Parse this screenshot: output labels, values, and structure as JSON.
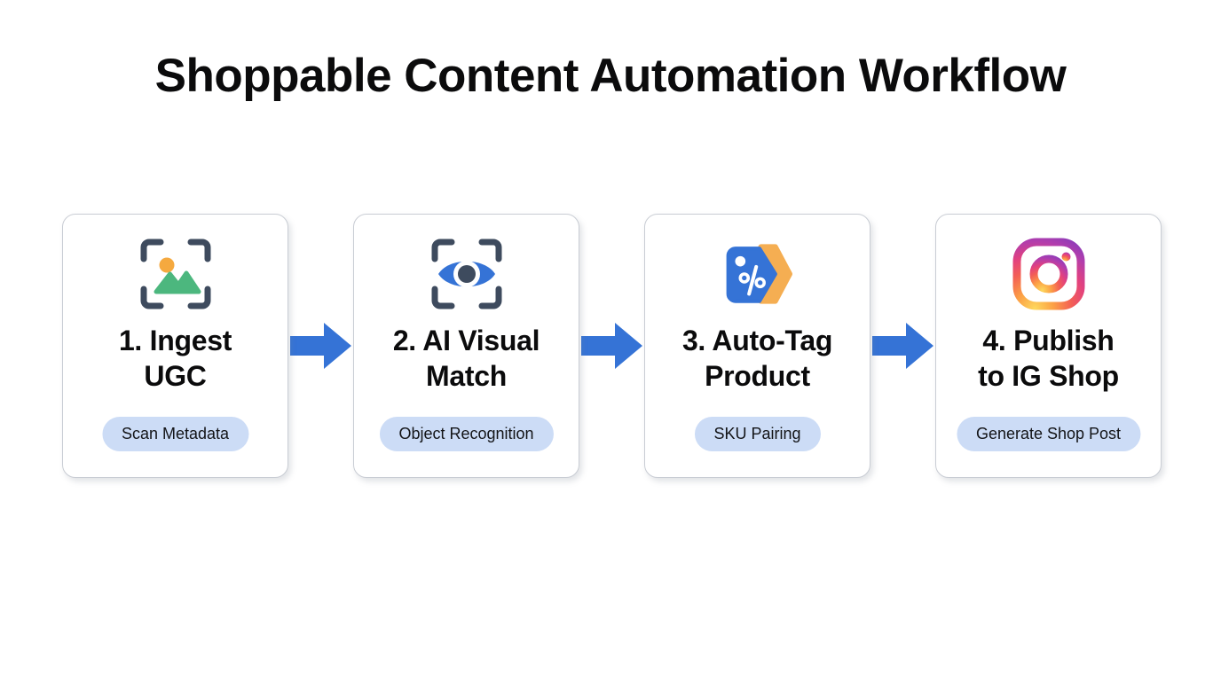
{
  "page": {
    "title": "Shoppable Content Automation Workflow",
    "background_color": "#ffffff",
    "title_color": "#0b0b0c"
  },
  "theme": {
    "accent_blue": "#3573d6",
    "pill_background": "#ccdcf6",
    "pill_text": "#131417",
    "card_border": "#c9cdd4",
    "card_background": "#ffffff",
    "icon_slate": "#3e4b5e",
    "icon_orange": "#f5a93f",
    "icon_green": "#4cb77e",
    "icon_blue": "#3573d6"
  },
  "flow": {
    "steps": [
      {
        "id": "step-1",
        "icon": "image-scan-icon",
        "title": "1. Ingest UGC",
        "title_line_1": "1. Ingest",
        "title_line_2": "UGC",
        "pill": "Scan Metadata"
      },
      {
        "id": "step-2",
        "icon": "eye-scan-icon",
        "title": "2. AI Visual Match",
        "title_line_1": "2. AI Visual",
        "title_line_2": "Match",
        "pill": "Object Recognition"
      },
      {
        "id": "step-3",
        "icon": "price-tag-percent-icon",
        "title": "3. Auto-Tag Product",
        "title_line_1": "3. Auto-Tag",
        "title_line_2": "Product",
        "pill": "SKU Pairing"
      },
      {
        "id": "step-4",
        "icon": "instagram-icon",
        "title": "4. Publish to IG Shop",
        "title_line_1": "4. Publish",
        "title_line_2": "to IG Shop",
        "pill": "Generate Shop Post"
      }
    ],
    "connectors": [
      {
        "id": "connector-1-2",
        "icon": "arrow-right-icon"
      },
      {
        "id": "connector-2-3",
        "icon": "arrow-right-icon"
      },
      {
        "id": "connector-3-4",
        "icon": "arrow-right-icon"
      }
    ]
  }
}
